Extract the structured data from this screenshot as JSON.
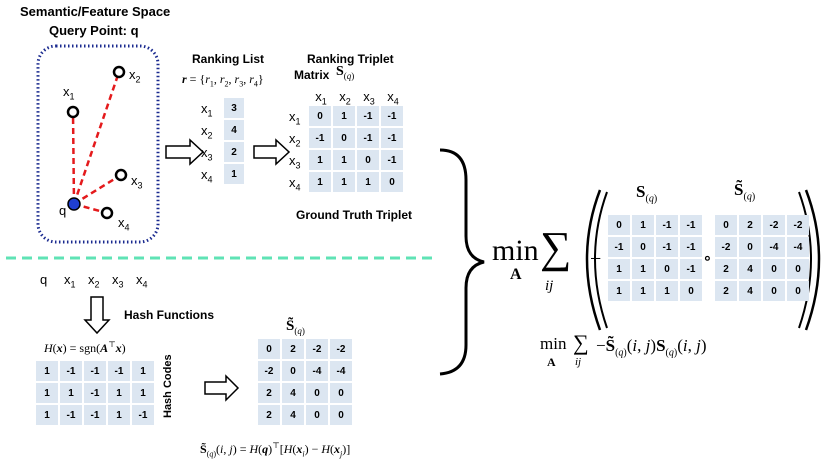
{
  "header": {
    "line1": "Semantic/Feature Space",
    "line2": "Query Point: q"
  },
  "points": {
    "q": "q",
    "x1": "x1",
    "x2": "x2",
    "x3": "x3",
    "x4": "x4"
  },
  "ranking": {
    "title": "Ranking List",
    "formula": "r = {r1, r2, r3, r4}",
    "labels": [
      "x1",
      "x2",
      "x3",
      "x4"
    ],
    "values": [
      "3",
      "4",
      "2",
      "1"
    ]
  },
  "triplet": {
    "title_line1": "Ranking Triplet",
    "title_line2": "Matrix",
    "symbol": "S(q)",
    "cols": [
      "x1",
      "x2",
      "x3",
      "x4"
    ],
    "rows": [
      "x1",
      "x2",
      "x3",
      "x4"
    ],
    "values": [
      [
        "0",
        "1",
        "-1",
        "-1"
      ],
      [
        "-1",
        "0",
        "-1",
        "-1"
      ],
      [
        "1",
        "1",
        "0",
        "-1"
      ],
      [
        "1",
        "1",
        "1",
        "0"
      ]
    ],
    "caption": "Ground Truth Triplet"
  },
  "hash": {
    "header": [
      "q",
      "x1",
      "x2",
      "x3",
      "x4"
    ],
    "title": "Hash Functions",
    "formula": "H(x) = sgn(Aᵀx)",
    "codes": [
      [
        "1",
        "-1",
        "-1",
        "-1",
        "1"
      ],
      [
        "1",
        "1",
        "-1",
        "1",
        "1"
      ],
      [
        "1",
        "-1",
        "-1",
        "1",
        "-1"
      ]
    ],
    "side_label": "Hash Codes",
    "stilde_symbol": "S̃(q)",
    "stilde": [
      [
        "0",
        "2",
        "-2",
        "-2"
      ],
      [
        "-2",
        "0",
        "-4",
        "-4"
      ],
      [
        "2",
        "4",
        "0",
        "0"
      ],
      [
        "2",
        "4",
        "0",
        "0"
      ]
    ],
    "bottom_formula": "S̃(q)(i, j) = H(q)ᵀ[H(xi) − H(xj)]"
  },
  "objective": {
    "min": "min",
    "A": "A",
    "sum_index": "ij",
    "minus": "−",
    "s_symbol": "S(q)",
    "st_symbol": "S̃(q)",
    "hadamard": "∘",
    "s_matrix": [
      [
        "0",
        "1",
        "-1",
        "-1"
      ],
      [
        "-1",
        "0",
        "-1",
        "-1"
      ],
      [
        "1",
        "1",
        "0",
        "-1"
      ],
      [
        "1",
        "1",
        "1",
        "0"
      ]
    ],
    "st_matrix": [
      [
        "0",
        "2",
        "-2",
        "-2"
      ],
      [
        "-2",
        "0",
        "-4",
        "-4"
      ],
      [
        "2",
        "4",
        "0",
        "0"
      ],
      [
        "2",
        "4",
        "0",
        "0"
      ]
    ],
    "bottom_formula": "min ∑ −S̃(q)(i, j)S(q)(i, j)",
    "bottom_min": "min",
    "bottom_A": "A",
    "bottom_ij": "ij",
    "bottom_expr": "−S̃(q)(i, j)S(q)(i, j)"
  },
  "colors": {
    "query_point": "#1f3fd1",
    "dashed_lines": "#e41a1c",
    "box_border": "#1a2a8f",
    "separator": "#5fe3b5",
    "cell": "#dce6f1"
  }
}
